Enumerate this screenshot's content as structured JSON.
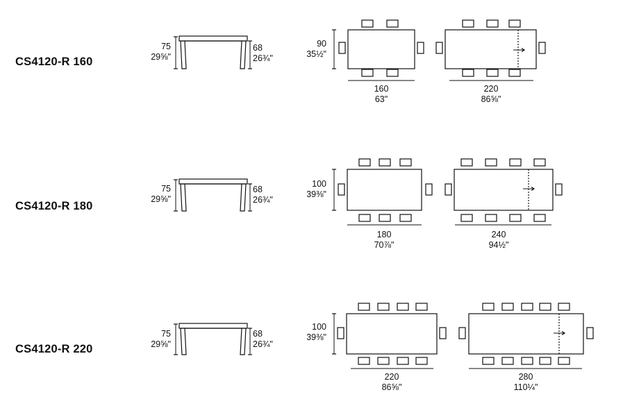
{
  "rows": [
    {
      "model": "CS4120-R 160",
      "height": {
        "cm": "75",
        "in": "29⅝\""
      },
      "clear_height": {
        "cm": "68",
        "in": "26¾\""
      },
      "depth": {
        "cm": "90",
        "in": "35½\""
      },
      "closed_length": {
        "cm": "160",
        "in": "63\""
      },
      "open_length": {
        "cm": "220",
        "in": "86⅝\""
      },
      "seats_closed_per_side": 2,
      "seats_open_per_side": 3
    },
    {
      "model": "CS4120-R 180",
      "height": {
        "cm": "75",
        "in": "29⅝\""
      },
      "clear_height": {
        "cm": "68",
        "in": "26¾\""
      },
      "depth": {
        "cm": "100",
        "in": "39⅜\""
      },
      "closed_length": {
        "cm": "180",
        "in": "70⅞\""
      },
      "open_length": {
        "cm": "240",
        "in": "94½\""
      },
      "seats_closed_per_side": 3,
      "seats_open_per_side": 4
    },
    {
      "model": "CS4120-R 220",
      "height": {
        "cm": "75",
        "in": "29⅝\""
      },
      "clear_height": {
        "cm": "68",
        "in": "26¾\""
      },
      "depth": {
        "cm": "100",
        "in": "39⅜\""
      },
      "closed_length": {
        "cm": "220",
        "in": "86⅝\""
      },
      "open_length": {
        "cm": "280",
        "in": "110¼\""
      },
      "seats_closed_per_side": 4,
      "seats_open_per_side": 5
    }
  ]
}
